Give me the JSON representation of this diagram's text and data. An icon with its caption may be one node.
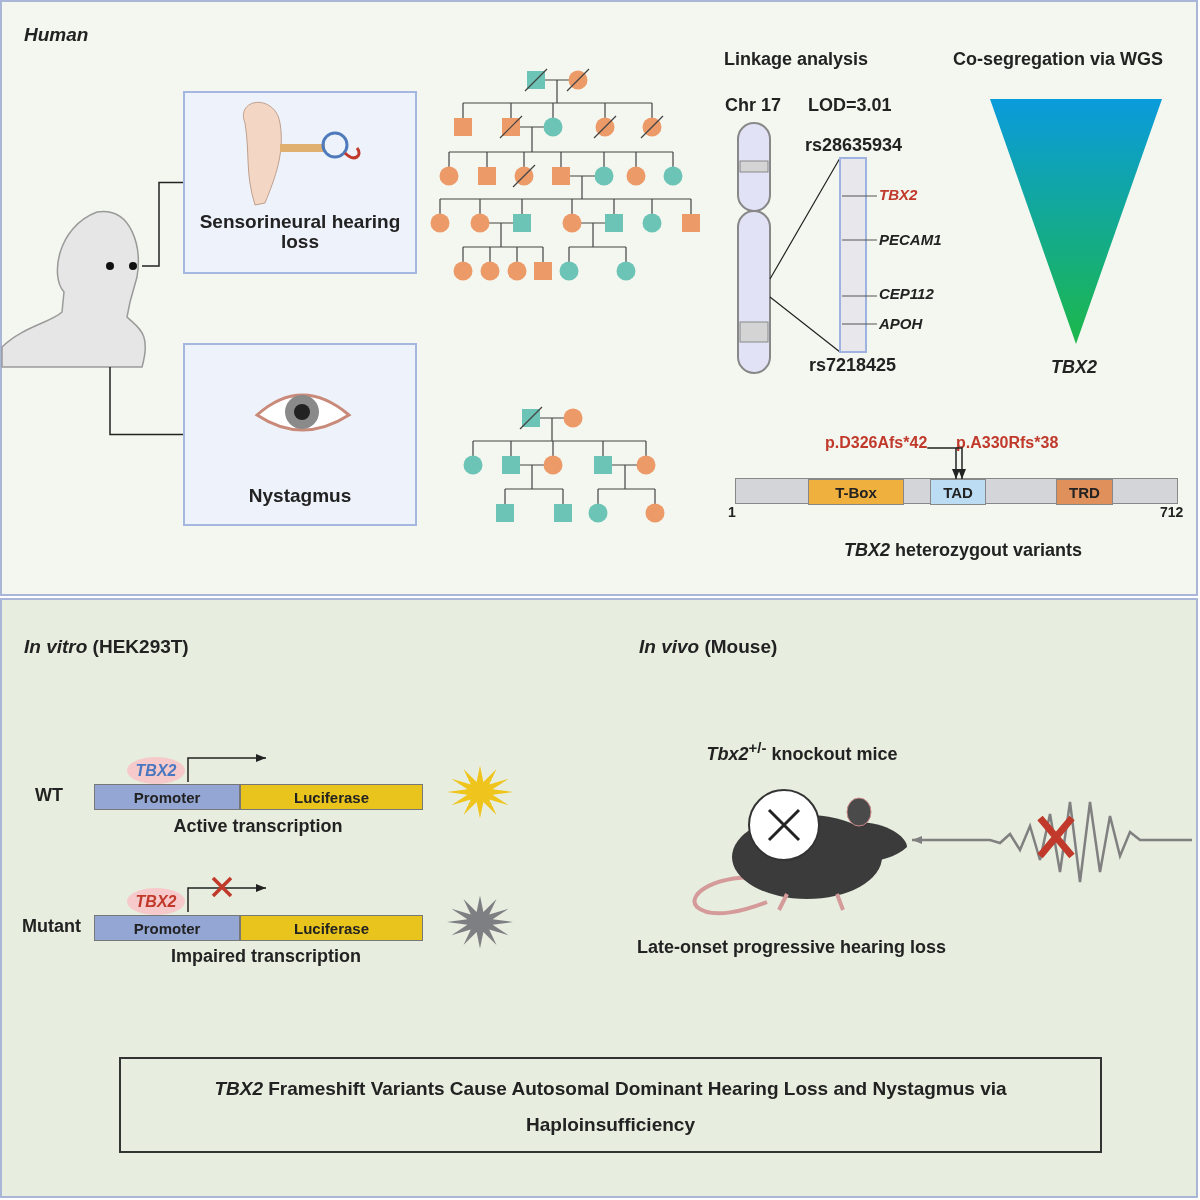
{
  "diagram": {
    "nodes": [
      {
        "text": [
          "Human"
        ]
      },
      {
        "text": [
          "Sensorineural hearing loss"
        ],
        "in": 0
      },
      {
        "text": [
          "Nystagmus"
        ],
        "in": 0
      },
      {
        "text": [],
        "shape": "person",
        "in": 0
      },
      {
        "text": [],
        "shape": "bar",
        "in": 0
      },
      {
        "text": [
          "T-Box"
        ],
        "in": 4
      },
      {
        "text": [
          "TAD"
        ],
        "in": 4
      },
      {
        "text": [
          "TRD"
        ],
        "in": 4
      },
      {
        "text": [
          "p.D326Afs*42"
        ],
        "in": 0
      },
      {
        "text": [
          "p.A330Rfs*38"
        ],
        "in": 0
      },
      {
        "text": [
          "*In vitro* (HEK293T)",
          "*In vivo* (Mouse)"
        ]
      },
      {
        "text": [
          "TBX2"
        ],
        "in": 10
      },
      {
        "text": [
          "Promoter"
        ],
        "in": 10
      },
      {
        "text": [
          "Luciferase"
        ],
        "in": 10
      },
      {
        "text": [
          "TBX2"
        ],
        "in": 10
      },
      {
        "text": [
          "Promoter"
        ],
        "in": 10
      },
      {
        "text": [
          "Luciferase"
        ],
        "in": 10
      },
      {
        "text": [],
        "shape": "picture",
        "in": 10
      },
      {
        "text": [
          "*TBX2* Frameshift Variants Cause Autosomal Dominant Hearing Loss and Nystagmus via Haploinsufficiency"
        ],
        "in": 10
      },
      {
        "text": [],
        "shape": "triangle",
        "in": 0,
        "beside": [
          "TBX2"
        ]
      }
    ],
    "edges": [
      {
        "from": 3,
        "to": 1,
        "arrow": "none"
      },
      {
        "from": 3,
        "to": 2,
        "arrow": "none"
      },
      {
        "from": 8,
        "to": 6,
        "arrow": "to"
      },
      {
        "from": 9,
        "to": 6,
        "arrow": "to"
      },
      {
        "from": null,
        "to": 17,
        "arrow": "to",
        "color": "#808080"
      }
    ],
    "labels": [
      "Linkage analysis",
      "Co-segregation via WGS",
      "Chr 17",
      "LOD=3.01",
      "rs28635934",
      "TBX2",
      "PECAM1",
      "CEP112",
      "APOH",
      "rs7218425",
      "1",
      "712",
      "*TBX2* heterozygout variants",
      "WT",
      "Active transcription",
      "Mutant",
      "Impaired transcription",
      "*Tbx2*$^{+/-}$ knockout mice",
      "Late-onset progressive hearing loss"
    ]
  }
}
